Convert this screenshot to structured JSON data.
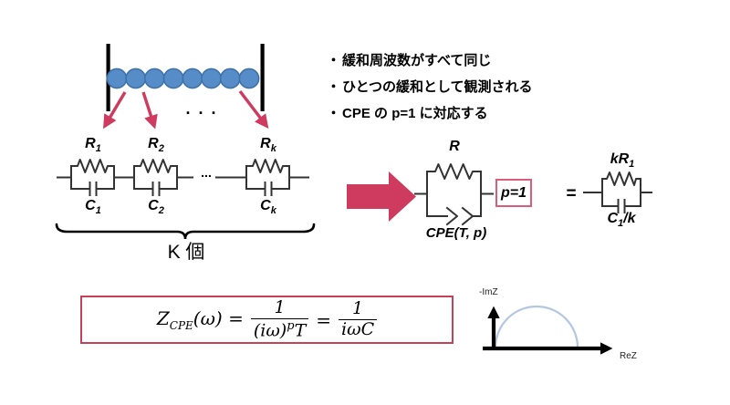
{
  "notes": {
    "marker": "・",
    "items": [
      "緩和周波数がすべて同じ",
      "ひとつの緩和として観測される",
      "CPE の p=1 に対応する"
    ]
  },
  "bead_model": {
    "top_ellipsis": ". . ."
  },
  "rc_ladder": {
    "elements": [
      {
        "r": "R",
        "r_sub": "1",
        "c": "C",
        "c_sub": "1"
      },
      {
        "r": "R",
        "r_sub": "2",
        "c": "C",
        "c_sub": "2"
      },
      {
        "r": "R",
        "r_sub": "k",
        "c": "C",
        "c_sub": "k"
      }
    ],
    "series_ellipsis": "...",
    "count_label": "K 個"
  },
  "cpe_model": {
    "r_label": "R",
    "cpe_label": "CPE(T, p)",
    "p_badge": "p=1",
    "equals": "="
  },
  "equivalent": {
    "r": "kR",
    "r_sub": "1",
    "c": "C",
    "c_sub": "1",
    "c_suffix": "/k"
  },
  "equation": {
    "z": "Z",
    "z_sub": "CPE",
    "arg": "(ω) =",
    "num1": "1",
    "den1_pre": "(iω)",
    "den1_sup": "p",
    "den1_post": "T",
    "eq2": "=",
    "num2": "1",
    "den2": "iωC"
  },
  "nyquist": {
    "y_label": "-ImZ",
    "x_label": "ReZ"
  },
  "colors": {
    "accent_red": "#cf3a5f",
    "frame_red": "#c44257",
    "badge_red": "#db5c7b",
    "bead_fill": "#568cc8",
    "bead_stroke": "#3f72a8",
    "arc_blue": "#b4c7e0",
    "wire": "#333333"
  }
}
